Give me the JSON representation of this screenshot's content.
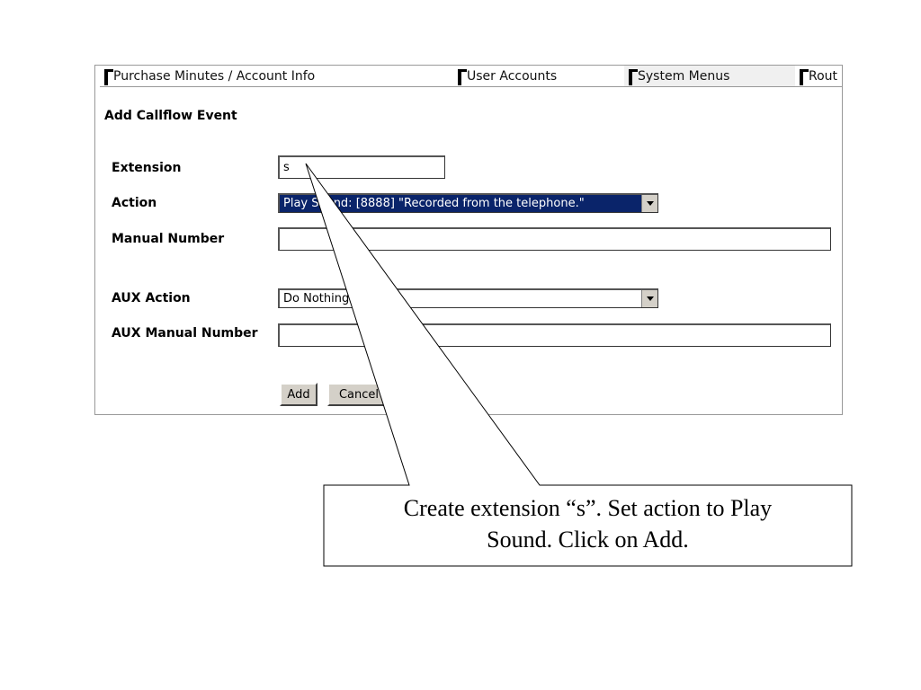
{
  "tabs": [
    {
      "label": "Purchase Minutes / Account Info",
      "active": false
    },
    {
      "label": "User Accounts",
      "active": false
    },
    {
      "label": "System Menus",
      "active": true
    },
    {
      "label": "Rout",
      "active": false
    }
  ],
  "form": {
    "title": "Add Callflow Event",
    "extension_label": "Extension",
    "extension_value": "s",
    "action_label": "Action",
    "action_value": "Play Sound: [8888] \"Recorded from the telephone.\"",
    "manual_number_label": "Manual Number",
    "manual_number_value": "",
    "aux_action_label": "AUX Action",
    "aux_action_value": "Do Nothing",
    "aux_manual_number_label": "AUX Manual Number",
    "aux_manual_number_value": "",
    "add_button": "Add",
    "cancel_button": "Cancel"
  },
  "callout": {
    "line1": "Create extension “s”.  Set action to Play",
    "line2": "Sound.  Click on Add."
  },
  "colors": {
    "selection_bg": "#0a246a",
    "button_face": "#d4d0c8"
  }
}
